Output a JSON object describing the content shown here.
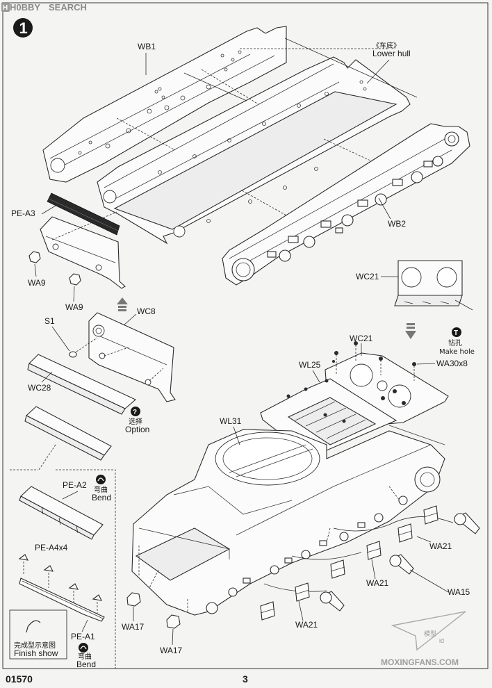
{
  "watermark": {
    "logo": "H0BBY",
    "text": "SEARCH"
  },
  "step_number": "1",
  "labels": {
    "wb1": "WB1",
    "lower_hull_cn": "《车底》",
    "lower_hull_en": "Lower hull",
    "pe_a3": "PE-A3",
    "wa9_a": "WA9",
    "wa9_b": "WA9",
    "wb2": "WB2",
    "wc21_top": "WC21",
    "wc8": "WC8",
    "s1": "S1",
    "wc28": "WC28",
    "wc21_mid": "WC21",
    "wl25": "WL25",
    "wa30x8": "WA30x8",
    "wl31": "WL31",
    "pe_a2": "PE-A2",
    "pe_a4x4": "PE-A4x4",
    "pe_a1": "PE-A1",
    "wa21_a": "WA21",
    "wa21_b": "WA21",
    "wa21_c": "WA21",
    "wa15": "WA15",
    "wa17_a": "WA17",
    "wa17_b": "WA17"
  },
  "callouts": {
    "make_hole": {
      "icon_letter": "T",
      "cn": "钻孔",
      "en": "Make hole"
    },
    "option": {
      "icon_letter": "?",
      "cn": "选择",
      "en": "Option"
    },
    "bend_a2": {
      "cn": "弯曲",
      "en": "Bend"
    },
    "bend_a1": {
      "cn": "弯曲",
      "en": "Bend"
    },
    "finish_show": {
      "cn": "完成型示意图",
      "en": "Finish show"
    }
  },
  "footer": {
    "kit_number": "01570",
    "page_number": "3",
    "site_watermark": "MOXINGFANS.COM",
    "stamp_cn": "模型",
    "stamp_text": "id"
  },
  "colors": {
    "ink": "#2b2b2b",
    "paper": "#f4f4f2",
    "watermark_grey": "#8a8a8a"
  }
}
